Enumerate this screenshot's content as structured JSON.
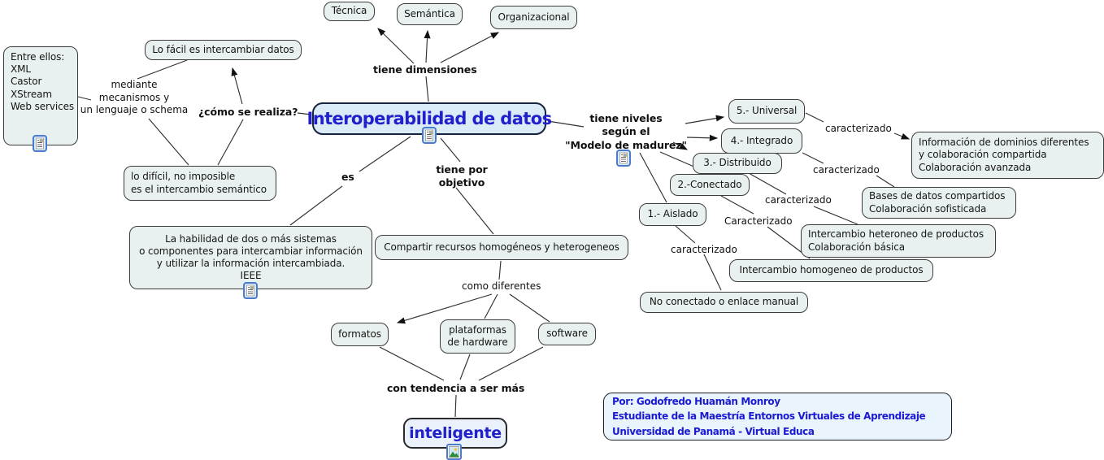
{
  "title": "Interoperabilidad de datos (mapa conceptual)",
  "colors": {
    "canvas": "#ffffff",
    "node_fill": "#e9f1f0",
    "node_border": "#3c3c3e",
    "main_node_fill": "#dcebf8",
    "accent_blue_text": "#2121cc",
    "connector_line": "#303030"
  },
  "icons": {
    "resource_icon": "page-with-lines-and-thumbnail",
    "image_icon": "landscape-picture"
  },
  "nodes": {
    "main": "Interoperabilidad de datos",
    "entre_ellos": "Entre ellos:\nXML\nCastor\nXStream\nWeb services",
    "lo_facil": "Lo fácil es intercambiar datos",
    "lo_dificil": "lo difícil, no imposible\nes el intercambio semántico",
    "tecnica": "Técnica",
    "semantica": "Semántica",
    "organizacional": "Organizacional",
    "universal": "5.- Universal",
    "integrado": "4.- Integrado",
    "distribuido": "3.- Distribuido",
    "conectado": "2.-Conectado",
    "aislado": "1.- Aislado",
    "info_dominios": "Información de dominios diferentes\ny colaboración compartida\nColaboración avanzada",
    "bases_datos": "Bases de datos compartidos\nColaboración sofisticada",
    "heterogeneo": "Intercambio heteroneo de productos\nColaboración básica",
    "homogeneo": "Intercambio homogeneo de productos",
    "no_conectado": "No conectado o enlace manual",
    "habilidad": "La habilidad de dos o más sistemas\no componentes para intercambiar información\ny utilizar la información intercambiada.\nIEEE",
    "compartir": "Compartir recursos homogéneos y heterogeneos",
    "formatos": "formatos",
    "plataformas": "plataformas\nde hardware",
    "software": "software",
    "inteligente": "inteligente",
    "credit": "Por: Godofredo Huamán Monroy\nEstudiante de la Maestría Entornos Virtuales de Aprendizaje\nUniversidad de Panamá - Virtual Educa"
  },
  "labels": {
    "mediante": "mediante\nmecanismos y\nun lenguaje o schema",
    "como_se_realiza": "¿cómo se realiza?",
    "tiene_dimensiones": "tiene dimensiones",
    "tiene_niveles": "tiene niveles\nsegún el\n\"Modelo de madurez\"",
    "es": "es",
    "tiene_por_objetivo": "tiene por\nobjetivo",
    "caracterizado_universal": "caracterizado",
    "caracterizado_integrado": "caracterizado",
    "caracterizado_distribuido": "caracterizado",
    "caracterizado_conectado": "Caracterizado",
    "caracterizado_aislado": "caracterizado",
    "como_diferentes": "como diferentes",
    "con_tendencia": "con tendencia a ser más"
  }
}
